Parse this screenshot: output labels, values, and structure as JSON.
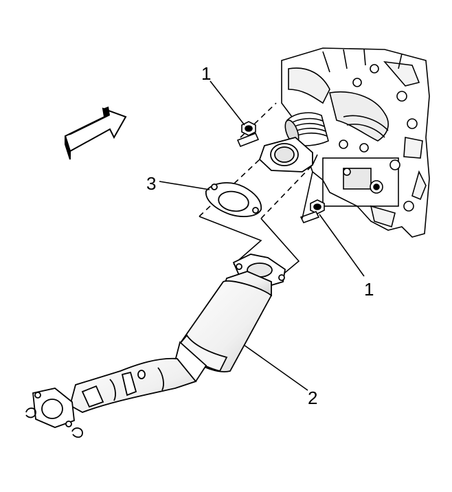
{
  "callouts": [
    {
      "id": "1",
      "label": "1"
    },
    {
      "id": "1b",
      "label": "1"
    },
    {
      "id": "2",
      "label": "2"
    },
    {
      "id": "3",
      "label": "3"
    }
  ],
  "colors": {
    "ink": "#000000",
    "paper": "#ffffff",
    "shade": "#d9d9d9"
  },
  "icons": {
    "direction": "front-direction-arrow-icon"
  }
}
